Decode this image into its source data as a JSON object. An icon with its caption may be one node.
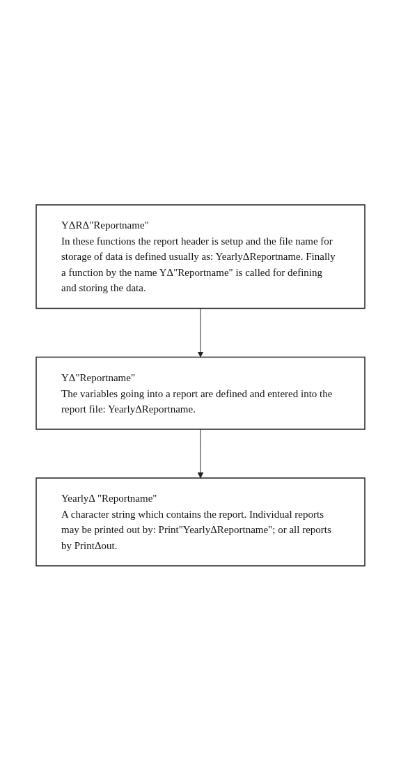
{
  "diagram": {
    "nodes": [
      {
        "text": [
          "YΔRΔ\"Reportname\"",
          "In these functions the report header is setup and the file name for storage of data is defined usually as: YearlyΔReportname. Finally a function by the name YΔ\"Reportname\" is called for defining and storing the data."
        ]
      },
      {
        "text": [
          "YΔ\"Reportname\"",
          "The variables going into a report are defined and entered into the report file: YearlyΔReportname."
        ]
      },
      {
        "text": [
          "YearlyΔ \"Reportname\"",
          "A character string which contains the report. Individual reports may be printed out by: Print\"YearlyΔReportname\"; or all reports by PrintΔout."
        ]
      }
    ],
    "edges": [
      {
        "from": 0,
        "to": 1,
        "arrow": "to"
      },
      {
        "from": 1,
        "to": 2,
        "arrow": "to"
      }
    ]
  }
}
